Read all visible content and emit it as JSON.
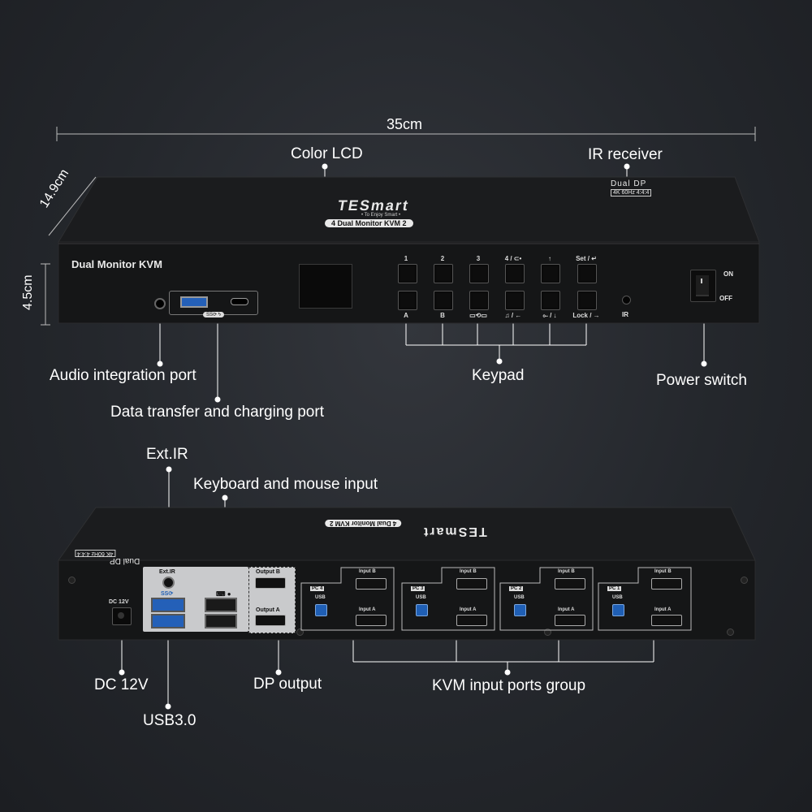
{
  "dimensions": {
    "width_label": "35cm",
    "depth_label": "14.9cm",
    "height_label": "4.5cm"
  },
  "front": {
    "device_name": "Dual Monitor KVM",
    "brand": "TESmart",
    "tagline": "• To Enjoy Smart •",
    "model_strip": "4  Dual Monitor KVM  2",
    "spec_line1": "Dual DP",
    "spec_line2": "4K 60Hz 4:4:4",
    "ir_label": "IR",
    "power_on": "ON",
    "power_off": "OFF",
    "usb_badge": "SS⟳ ϟ",
    "keys_top": [
      "1",
      "2",
      "3",
      "4 / ⊂•",
      "↑",
      "Set / ↵"
    ],
    "keys_bottom": [
      "A",
      "B",
      "▭⟲▭",
      "♫ / ←",
      "⟜ / ↓",
      "Lock / →"
    ]
  },
  "callouts": {
    "color_lcd": "Color LCD",
    "ir_receiver": "IR receiver",
    "audio_port": "Audio integration port",
    "data_port": "Data transfer and charging port",
    "keypad": "Keypad",
    "power_switch": "Power switch",
    "ext_ir": "Ext.IR",
    "kb_mouse": "Keyboard and mouse input",
    "dc": "DC 12V",
    "usb3": "USB3.0",
    "dp_output": "DP output",
    "kvm_group": "KVM input ports group"
  },
  "rear": {
    "dc_label": "DC 12V",
    "ext_ir_label": "Ext.IR",
    "ss_label": "SS⟳",
    "output_b": "Output B",
    "output_a": "Output A",
    "usb_label": "USB",
    "input_b": "Input B",
    "input_a": "Input A",
    "pc_groups": [
      "PC 4",
      "PC 3",
      "PC 2",
      "PC 1"
    ],
    "brand_mirrored": "TESmart",
    "strip_mirrored": "4  Dual Monitor KVM  2",
    "spec_mirrored_1": "Dual DP",
    "spec_mirrored_2": "4K 60Hz 4:4:4"
  }
}
